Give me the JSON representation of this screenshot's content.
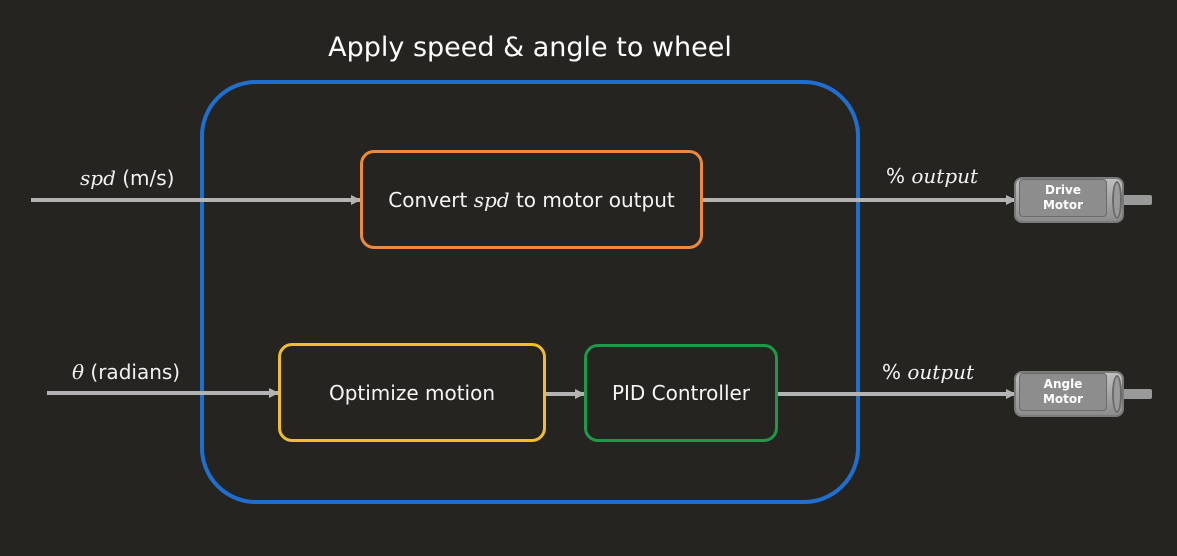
{
  "title": "Apply speed & angle to wheel",
  "inputs": {
    "spd_symbol": "spd",
    "spd_unit": "(m/s)",
    "theta_symbol": "θ",
    "theta_unit": "(radians)"
  },
  "blocks": {
    "convert_pre": "Convert ",
    "convert_symbol": "spd",
    "convert_post": " to motor output",
    "optimize": "Optimize motion",
    "pid": "PID Controller"
  },
  "outputs": {
    "drive_percent": "%",
    "drive_word": "output",
    "angle_percent": "%",
    "angle_word": "output"
  },
  "motors": {
    "drive_line1": "Drive",
    "drive_line2": "Motor",
    "angle_line1": "Angle",
    "angle_line2": "Motor"
  },
  "colors": {
    "background": "#262421",
    "outer_border": "#1f6fd1",
    "convert_border": "#ee8a3c",
    "optimize_border": "#f0bd2c",
    "pid_border": "#1c9a48",
    "wire": "#b3b3b3"
  }
}
